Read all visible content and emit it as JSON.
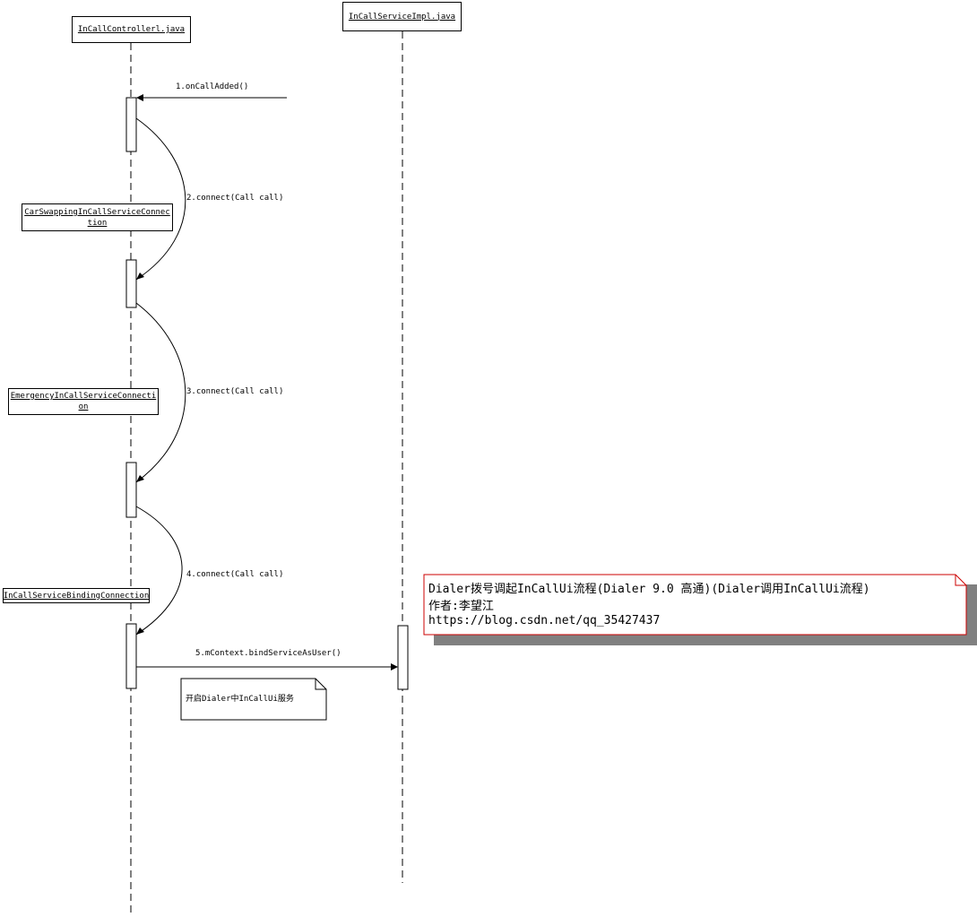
{
  "participants": {
    "controller": "InCallControllerl.java",
    "service": "InCallServiceImpl.java"
  },
  "objects": {
    "car_line1": "CarSwappingInCallServiceConnec",
    "car_line2": "tion",
    "emergency_line1": "EmergencyInCallServiceConnecti",
    "emergency_line2": "on",
    "binding": "InCallServiceBindingConnection"
  },
  "messages": {
    "m1": "1.onCallAdded()",
    "m2": "2.connect(Call call)",
    "m3": "3.connect(Call call)",
    "m4": "4.connect(Call call)",
    "m5": "5.mContext.bindServiceAsUser()"
  },
  "notes": {
    "small": "开启Dialer中InCallUi服务",
    "big_line1": "Dialer拨号调起InCallUi流程(Dialer 9.0  高通)(Dialer调用InCallUi流程)",
    "big_line2": "作者:李望江",
    "big_line3": "https://blog.csdn.net/qq_35427437"
  },
  "colors": {
    "line": "#000000",
    "big_note_border": "#cc0000",
    "shadow": "#808080"
  }
}
